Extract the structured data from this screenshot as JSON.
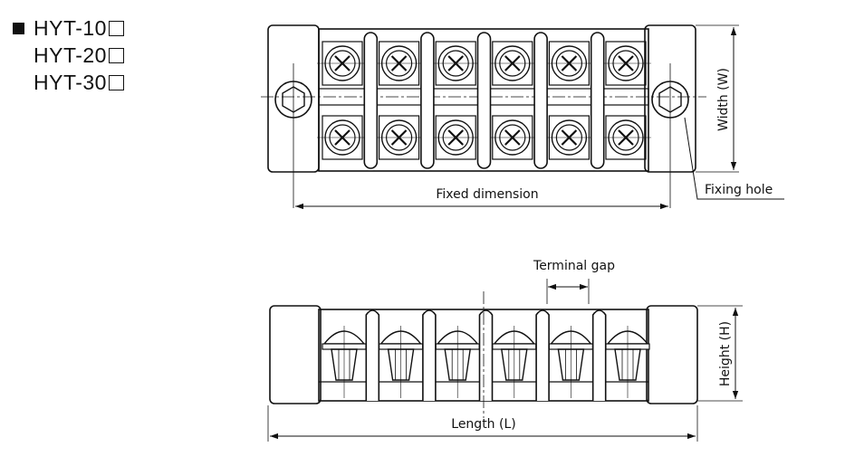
{
  "models": [
    {
      "label": "HYT-10",
      "bullet": true
    },
    {
      "label": "HYT-20",
      "bullet": false
    },
    {
      "label": "HYT-30",
      "bullet": false
    }
  ],
  "labels": {
    "fixed_dimension": "Fixed dimension",
    "fixing_hole": "Fixing hole",
    "width": "Width (W)",
    "terminal_gap": "Terminal gap",
    "height": "Height (H)",
    "length": "Length (L)"
  },
  "terminal_count": 6
}
